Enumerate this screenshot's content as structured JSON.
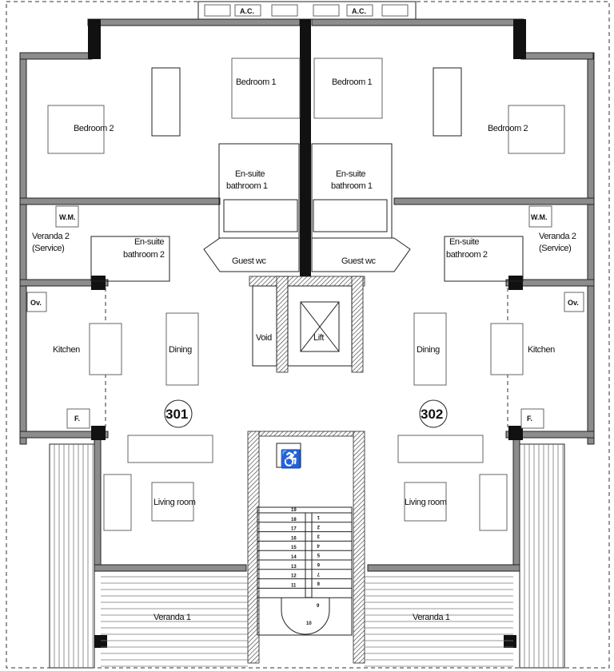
{
  "plan": {
    "units": [
      "301",
      "302"
    ],
    "top_labels": [
      "A.C.",
      "A.C."
    ],
    "left_unit": {
      "bedroom1": "Bedroom 1",
      "bedroom2": "Bedroom 2",
      "ensuite1_a": "En-suite",
      "ensuite1_b": "bathroom 1",
      "ensuite2_a": "En-suite",
      "ensuite2_b": "bathroom 2",
      "guest_wc": "Guest wc",
      "veranda2_a": "Veranda 2",
      "veranda2_b": "(Service)",
      "wm": "W.M.",
      "oven": "Ov.",
      "kitchen": "Kitchen",
      "fridge": "F.",
      "dining": "Dining",
      "living": "Living room",
      "veranda1": "Veranda 1"
    },
    "right_unit": {
      "bedroom1": "Bedroom 1",
      "bedroom2": "Bedroom 2",
      "ensuite1_a": "En-suite",
      "ensuite1_b": "bathroom 1",
      "ensuite2_a": "En-suite",
      "ensuite2_b": "bathroom 2",
      "guest_wc": "Guest wc",
      "veranda2_a": "Veranda 2",
      "veranda2_b": "(Service)",
      "wm": "W.M.",
      "oven": "Ov.",
      "kitchen": "Kitchen",
      "fridge": "F.",
      "dining": "Dining",
      "living": "Living room",
      "veranda1": "Veranda 1"
    },
    "core": {
      "void": "Void",
      "lift": "Lift",
      "stairs_up": [
        "19",
        "18",
        "17",
        "16",
        "15",
        "14",
        "13",
        "12",
        "11"
      ],
      "stairs_down": [
        "1",
        "2",
        "3",
        "4",
        "5",
        "6",
        "7",
        "8"
      ],
      "stair_9": "9",
      "stair_10": "10"
    }
  }
}
